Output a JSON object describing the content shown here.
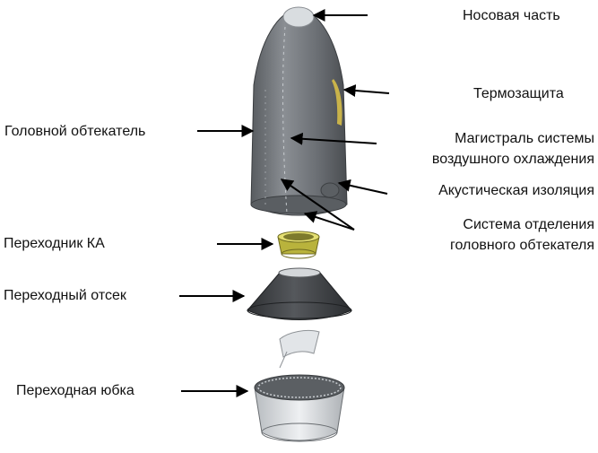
{
  "labels": {
    "nose": "Носовая часть",
    "thermal": "Термозащита",
    "fairing": "Головной обтекатель",
    "cooling_line1": "Магистраль системы",
    "cooling_line2": "воздушного охлаждения",
    "acoustic": "Акустическая изоляция",
    "separation_line1": "Система отделения",
    "separation_line2": "головного обтекателя",
    "adapter": "Переходник КА",
    "interstage": "Переходный отсек",
    "skirt": "Переходная юбка"
  },
  "colors": {
    "fairing_body": "#6f7378",
    "fairing_shadow": "#4f5357",
    "nose_tip": "#d9dde0",
    "thermal_patch": "#c9b34a",
    "adapter_ring": "#c8c24a",
    "cone": "#3e4145",
    "skirt_ring": "#dcdfe2",
    "arrow": "#000000"
  }
}
